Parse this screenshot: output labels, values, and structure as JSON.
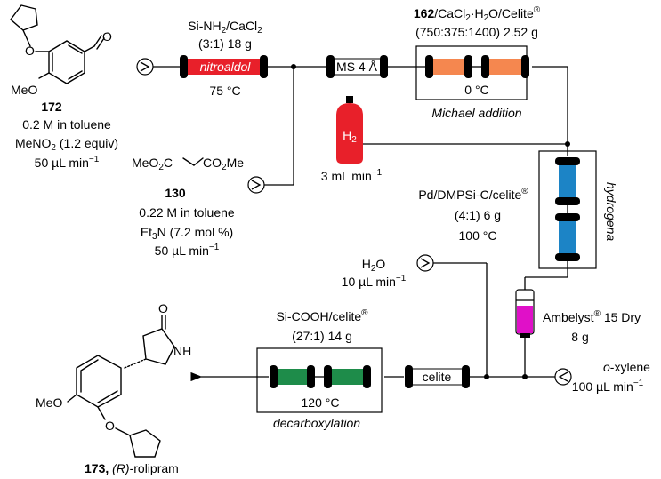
{
  "colors": {
    "nitroaldol": "#e8202a",
    "michael": "#f5874f",
    "hydrogenation": "#1c84c6",
    "decarboxylation": "#1e8c4a",
    "ambelyst": "#e010c8",
    "h2_cylinder": "#e8202a"
  },
  "compound_172": {
    "id": "172",
    "conc": "0.2 M in toluene",
    "reagent": "MeNO",
    "reagent_sub": "2",
    "reagent_rest": " (1.2 equiv)",
    "flow": "50 µL min",
    "flow_sup": "−1",
    "aldehyde_o": "O",
    "ring_o": "O",
    "meo": "MeO"
  },
  "compound_130": {
    "id": "130",
    "left": "MeO",
    "left_sub": "2",
    "left_rest": "C",
    "right": "CO",
    "right_sub": "2",
    "right_rest": "Me",
    "conc": "0.22 M in toluene",
    "base": "Et",
    "base_sub": "3",
    "base_rest": "N (7.2 mol %)",
    "flow": "50 µL min",
    "flow_sup": "−1"
  },
  "nitroaldol": {
    "label": "nitroaldol",
    "reagent": "Si-NH",
    "reagent_sub": "2",
    "reagent_rest": "/CaCl",
    "reagent_sub2": "2",
    "ratio": "(3:1) 18 g",
    "temp": "75 °C"
  },
  "ms": {
    "label": "MS 4 Å"
  },
  "michael": {
    "label": "Michael addition",
    "reagent_id": "162",
    "reagent": "/CaCl",
    "reagent_sub": "2",
    "reagent_rest": "·H",
    "reagent_sub2": "2",
    "reagent_rest2": "O/Celite",
    "reagent_sup": "®",
    "ratio": "(750:375:1400) 2.52 g",
    "temp": "0 °C"
  },
  "h2": {
    "label": "H",
    "label_sub": "2",
    "flow": "3 mL min",
    "flow_sup": "−1"
  },
  "hydrogenation": {
    "label": "hydrogena",
    "catalyst": "Pd/DMPSi-C/celite",
    "catalyst_sup": "®",
    "ratio": "(4:1) 6 g",
    "temp": "100 °C"
  },
  "water": {
    "label": "H",
    "label_sub": "2",
    "label_rest": "O",
    "flow": "10 µL min",
    "flow_sup": "−1"
  },
  "ambelyst": {
    "name": "Ambelyst",
    "sup": "®",
    "rest": " 15 Dry",
    "mass": "8 g"
  },
  "xylene": {
    "label_prefix": "o",
    "label_rest": "-xylene",
    "flow": "100 µL min",
    "flow_sup": "−1"
  },
  "decarboxylation": {
    "label": "decarboxylation",
    "reagent": "Si-COOH/celite",
    "reagent_sup": "®",
    "ratio": "(27:1) 14 g",
    "temp": "120 °C",
    "celite": "celite"
  },
  "product": {
    "id": "173,",
    "stereo": "(R)",
    "name": "-rolipram",
    "lactam_o": "O",
    "nh": "NH",
    "meo": "MeO",
    "ring_o": "O"
  }
}
